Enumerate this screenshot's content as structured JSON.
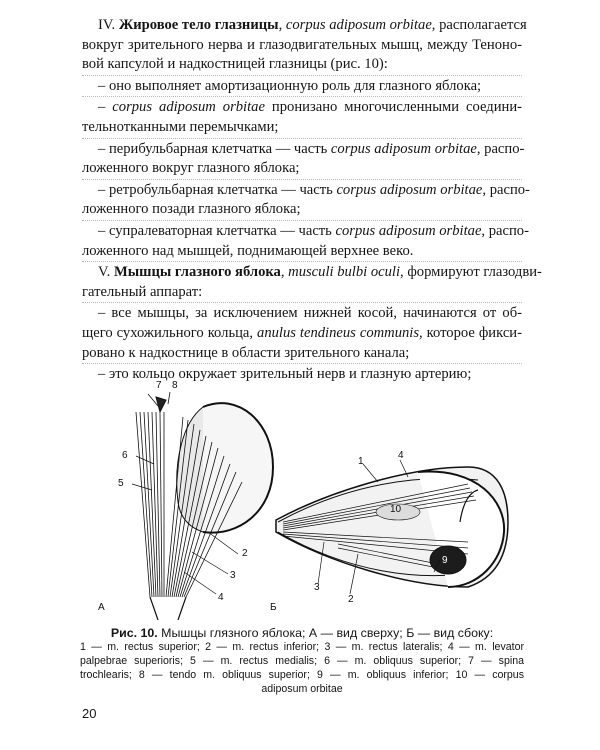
{
  "body": {
    "lines": [
      "IV. Жировое тело глазницы, corpus adiposum orbitae, располагается",
      "вокруг зрительного нерва и глазодвигательных мышц, между Теноно-",
      "вой капсулой и надкостницей глазницы (рис. 10):",
      "– оно выполняет амортизационную роль для глазного яблока;",
      "– corpus adiposum orbitae пронизано многочисленными соедини-",
      "тельнотканными перемычками;",
      "– перибульбарная клетчатка — часть corpus adiposum orbitae, распо-",
      "ложенного вокруг глазного яблока;",
      "– ретробульбарная клетчатка — часть corpus adiposum orbitae, распо-",
      "ложенного позади глазного яблока;",
      "– супралеваторная клетчатка — часть corpus adiposum orbitae, распо-",
      "ложенного над мышцей, поднимающей верхнее веко.",
      "V. Мышцы глазного яблока, musculi bulbi oculi, формируют глазодви-",
      "гательный аппарат:",
      "– все мышцы, за исключением нижней косой, начинаются от об-",
      "щего сухожильного кольца, anulus tendineus communis, которое фикси-",
      "ровано к надкостнице в области зрительного канала;",
      "– это кольцо окружает зрительный нерв и глазную артерию;"
    ],
    "s1_num": "IV. ",
    "s1_bold": "Жировое тело глазницы",
    "s1_comma": ", ",
    "s1_latin": "corpus adiposum orbitae",
    "s1_rest": ", располагается",
    "s1_l2": "вокруг зрительного нерва и глазодвигательных мышц, между Теноно-",
    "s1_l3": "вой капсулой и надкостницей глазницы (рис. 10):",
    "b1": "– оно выполняет амортизационную роль для глазного яблока;",
    "b2_dash": "– ",
    "b2_latin": "corpus adiposum orbitae",
    "b2_rest": " пронизано многочисленными соедини-",
    "b2_l2": "тельнотканными перемычками;",
    "b3_pre": "– перибульбарная клетчатка — часть ",
    "b3_latin": "corpus adiposum orbitae",
    "b3_post": ", распо-",
    "b3_l2": "ложенного вокруг глазного яблока;",
    "b4_pre": "– ретробульбарная клетчатка — часть ",
    "b4_latin": "corpus adiposum orbitae",
    "b4_post": ", распо-",
    "b4_l2": "ложенного позади глазного яблока;",
    "b5_pre": "– супралеваторная клетчатка — часть ",
    "b5_latin": "corpus adiposum orbitae",
    "b5_post": ", распо-",
    "b5_l2": "ложенного над мышцей, поднимающей верхнее веко.",
    "s2_num": "V. ",
    "s2_bold": "Мышцы глазного яблока",
    "s2_comma": ", ",
    "s2_latin": "musculi bulbi oculi",
    "s2_rest": ", формируют глазодви-",
    "s2_l2": "гательный аппарат:",
    "b6_l1": "– все мышцы, за исключением нижней косой, начинаются от об-",
    "b6_pre": "щего сухожильного кольца, ",
    "b6_latin": "anulus tendineus communis",
    "b6_post": ", которое фикси-",
    "b6_l3": "ровано к надкостнице в области зрительного канала;",
    "b7": "– это кольцо окружает зрительный нерв и глазную артерию;"
  },
  "figure": {
    "panel_a_label": "А",
    "panel_b_label": "Б",
    "a_numbers": [
      "7",
      "8",
      "6",
      "5",
      "2",
      "3",
      "4"
    ],
    "b_numbers": [
      "1",
      "4",
      "10",
      "3",
      "2",
      "9"
    ]
  },
  "caption": {
    "title_bold": "Рис. 10.",
    "title_rest": " Мышцы глязного яблока; А — вид сверху; Б — вид сбоку:",
    "line1": "1 — m. rectus superior; 2 — m. rectus inferior; 3 — m. rectus lateralis; 4 — m. levator",
    "line2": "palpebrae superioris; 5 — m. rectus medialis; 6 — m. obliquus superior; 7 — spina",
    "line3": "trochlearis; 8 — tendo m. obliquus superior; 9 — m. obliquus inferior; 10 — corpus",
    "line4": "adiposum orbitae"
  },
  "page_number": "20"
}
